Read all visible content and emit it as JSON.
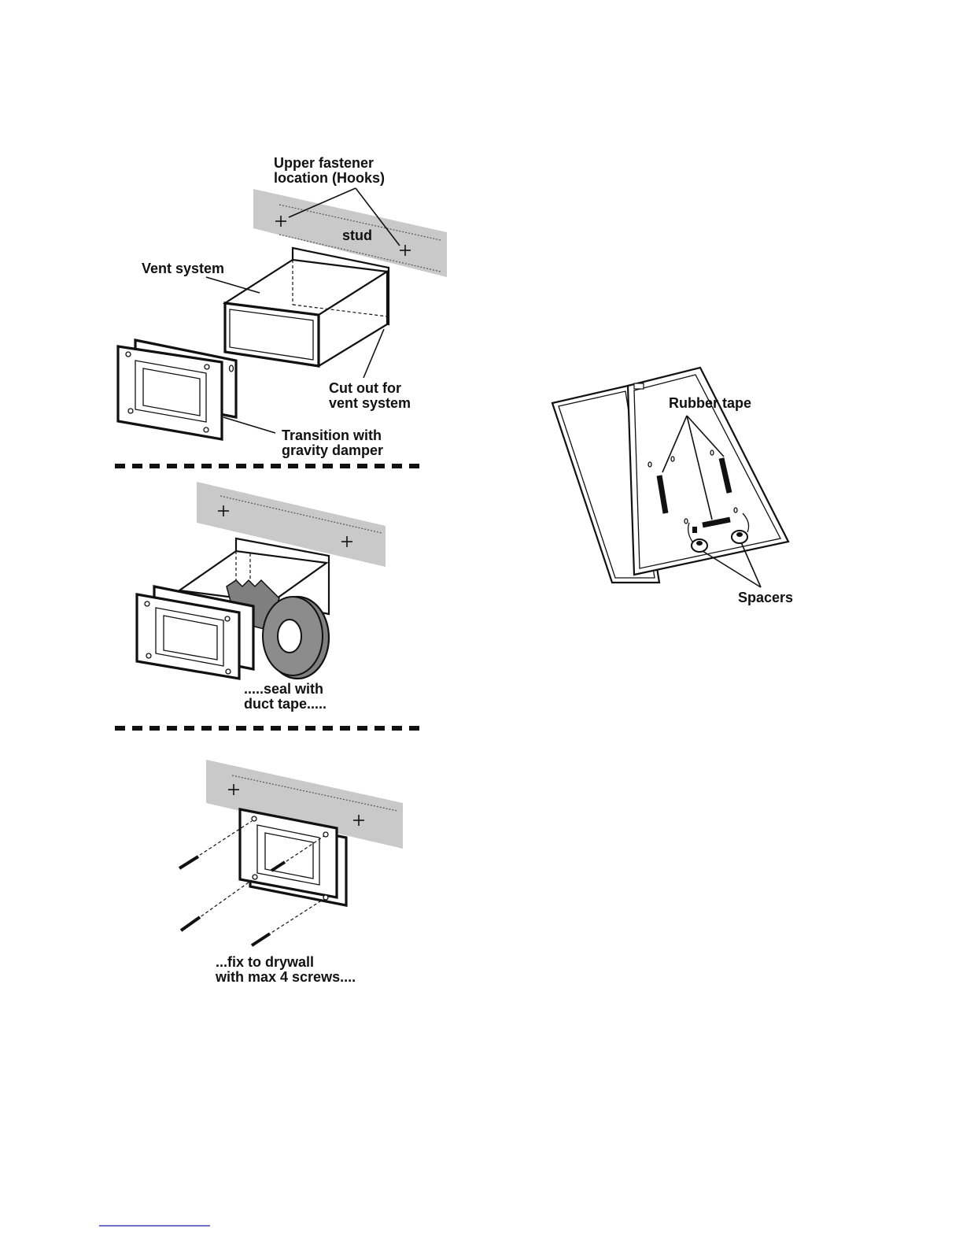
{
  "step1": {
    "upper_fastener_1": "Upper fastener",
    "upper_fastener_2": "location (Hooks)",
    "stud": "stud",
    "vent_system": "Vent system",
    "cut_out_1": "Cut out for",
    "cut_out_2": "vent system",
    "transition_1": "Transition with",
    "transition_2": "gravity damper"
  },
  "step2": {
    "seal_1": ".....seal with",
    "seal_2": "duct tape....."
  },
  "step3": {
    "fix_1": "...fix to drywall",
    "fix_2": "with max 4 screws...."
  },
  "panel": {
    "rubber_tape": "Rubber tape",
    "spacers": "Spacers"
  },
  "colors": {
    "stud_fill": "#c9c9c9",
    "line": "#111111",
    "link": "#1a1aa8"
  }
}
